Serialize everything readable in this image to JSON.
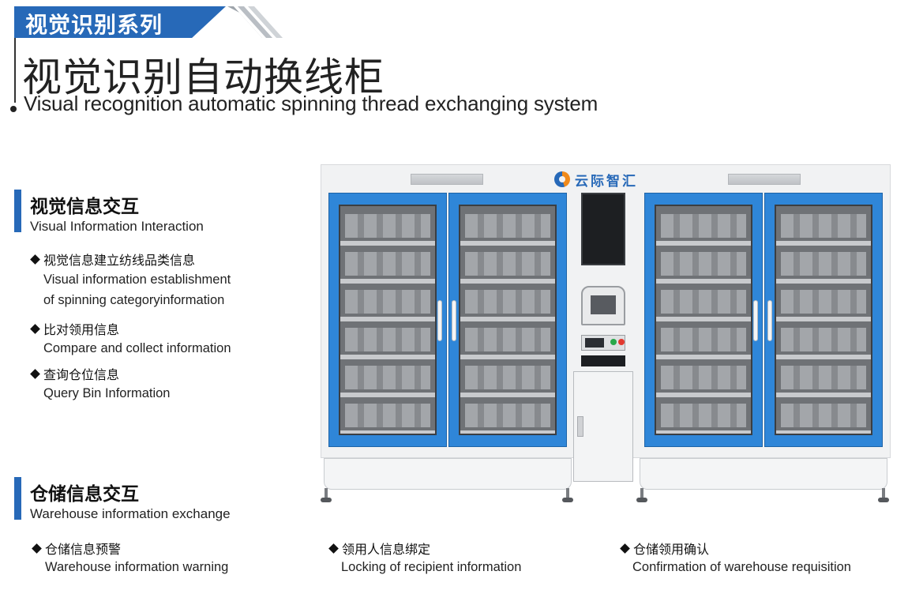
{
  "header": {
    "series_label": "视觉识别系列",
    "title_cn": "视觉识别自动换线柜",
    "title_en": "Visual recognition automatic spinning thread exchanging system"
  },
  "section_visual": {
    "heading_cn": "视觉信息交互",
    "heading_en": "Visual Information Interaction",
    "items": [
      {
        "cn": "视觉信息建立纺线品类信息",
        "en_line1": "Visual information establishment",
        "en_line2": "of spinning categoryinformation"
      },
      {
        "cn": "比对领用信息",
        "en_line1": "Compare and collect information"
      },
      {
        "cn": "查询仓位信息",
        "en_line1": "Query Bin Information"
      }
    ]
  },
  "section_warehouse": {
    "heading_cn": "仓储信息交互",
    "heading_en": "Warehouse information exchange",
    "items": [
      {
        "cn": "仓储信息预警",
        "en": "Warehouse information warning"
      },
      {
        "cn": "领用人信息绑定",
        "en": "Locking of recipient information"
      },
      {
        "cn": "仓储领用确认",
        "en": "Confirmation of warehouse requisition"
      }
    ]
  },
  "cabinet": {
    "brand_name": "云际智汇",
    "door_color": "#2f86d8",
    "frame_color": "#f1f2f3",
    "logo_colors": [
      "#f08a1c",
      "#2769b8"
    ]
  },
  "colors": {
    "accent_blue": "#2769b8",
    "text_dark": "#222222"
  }
}
